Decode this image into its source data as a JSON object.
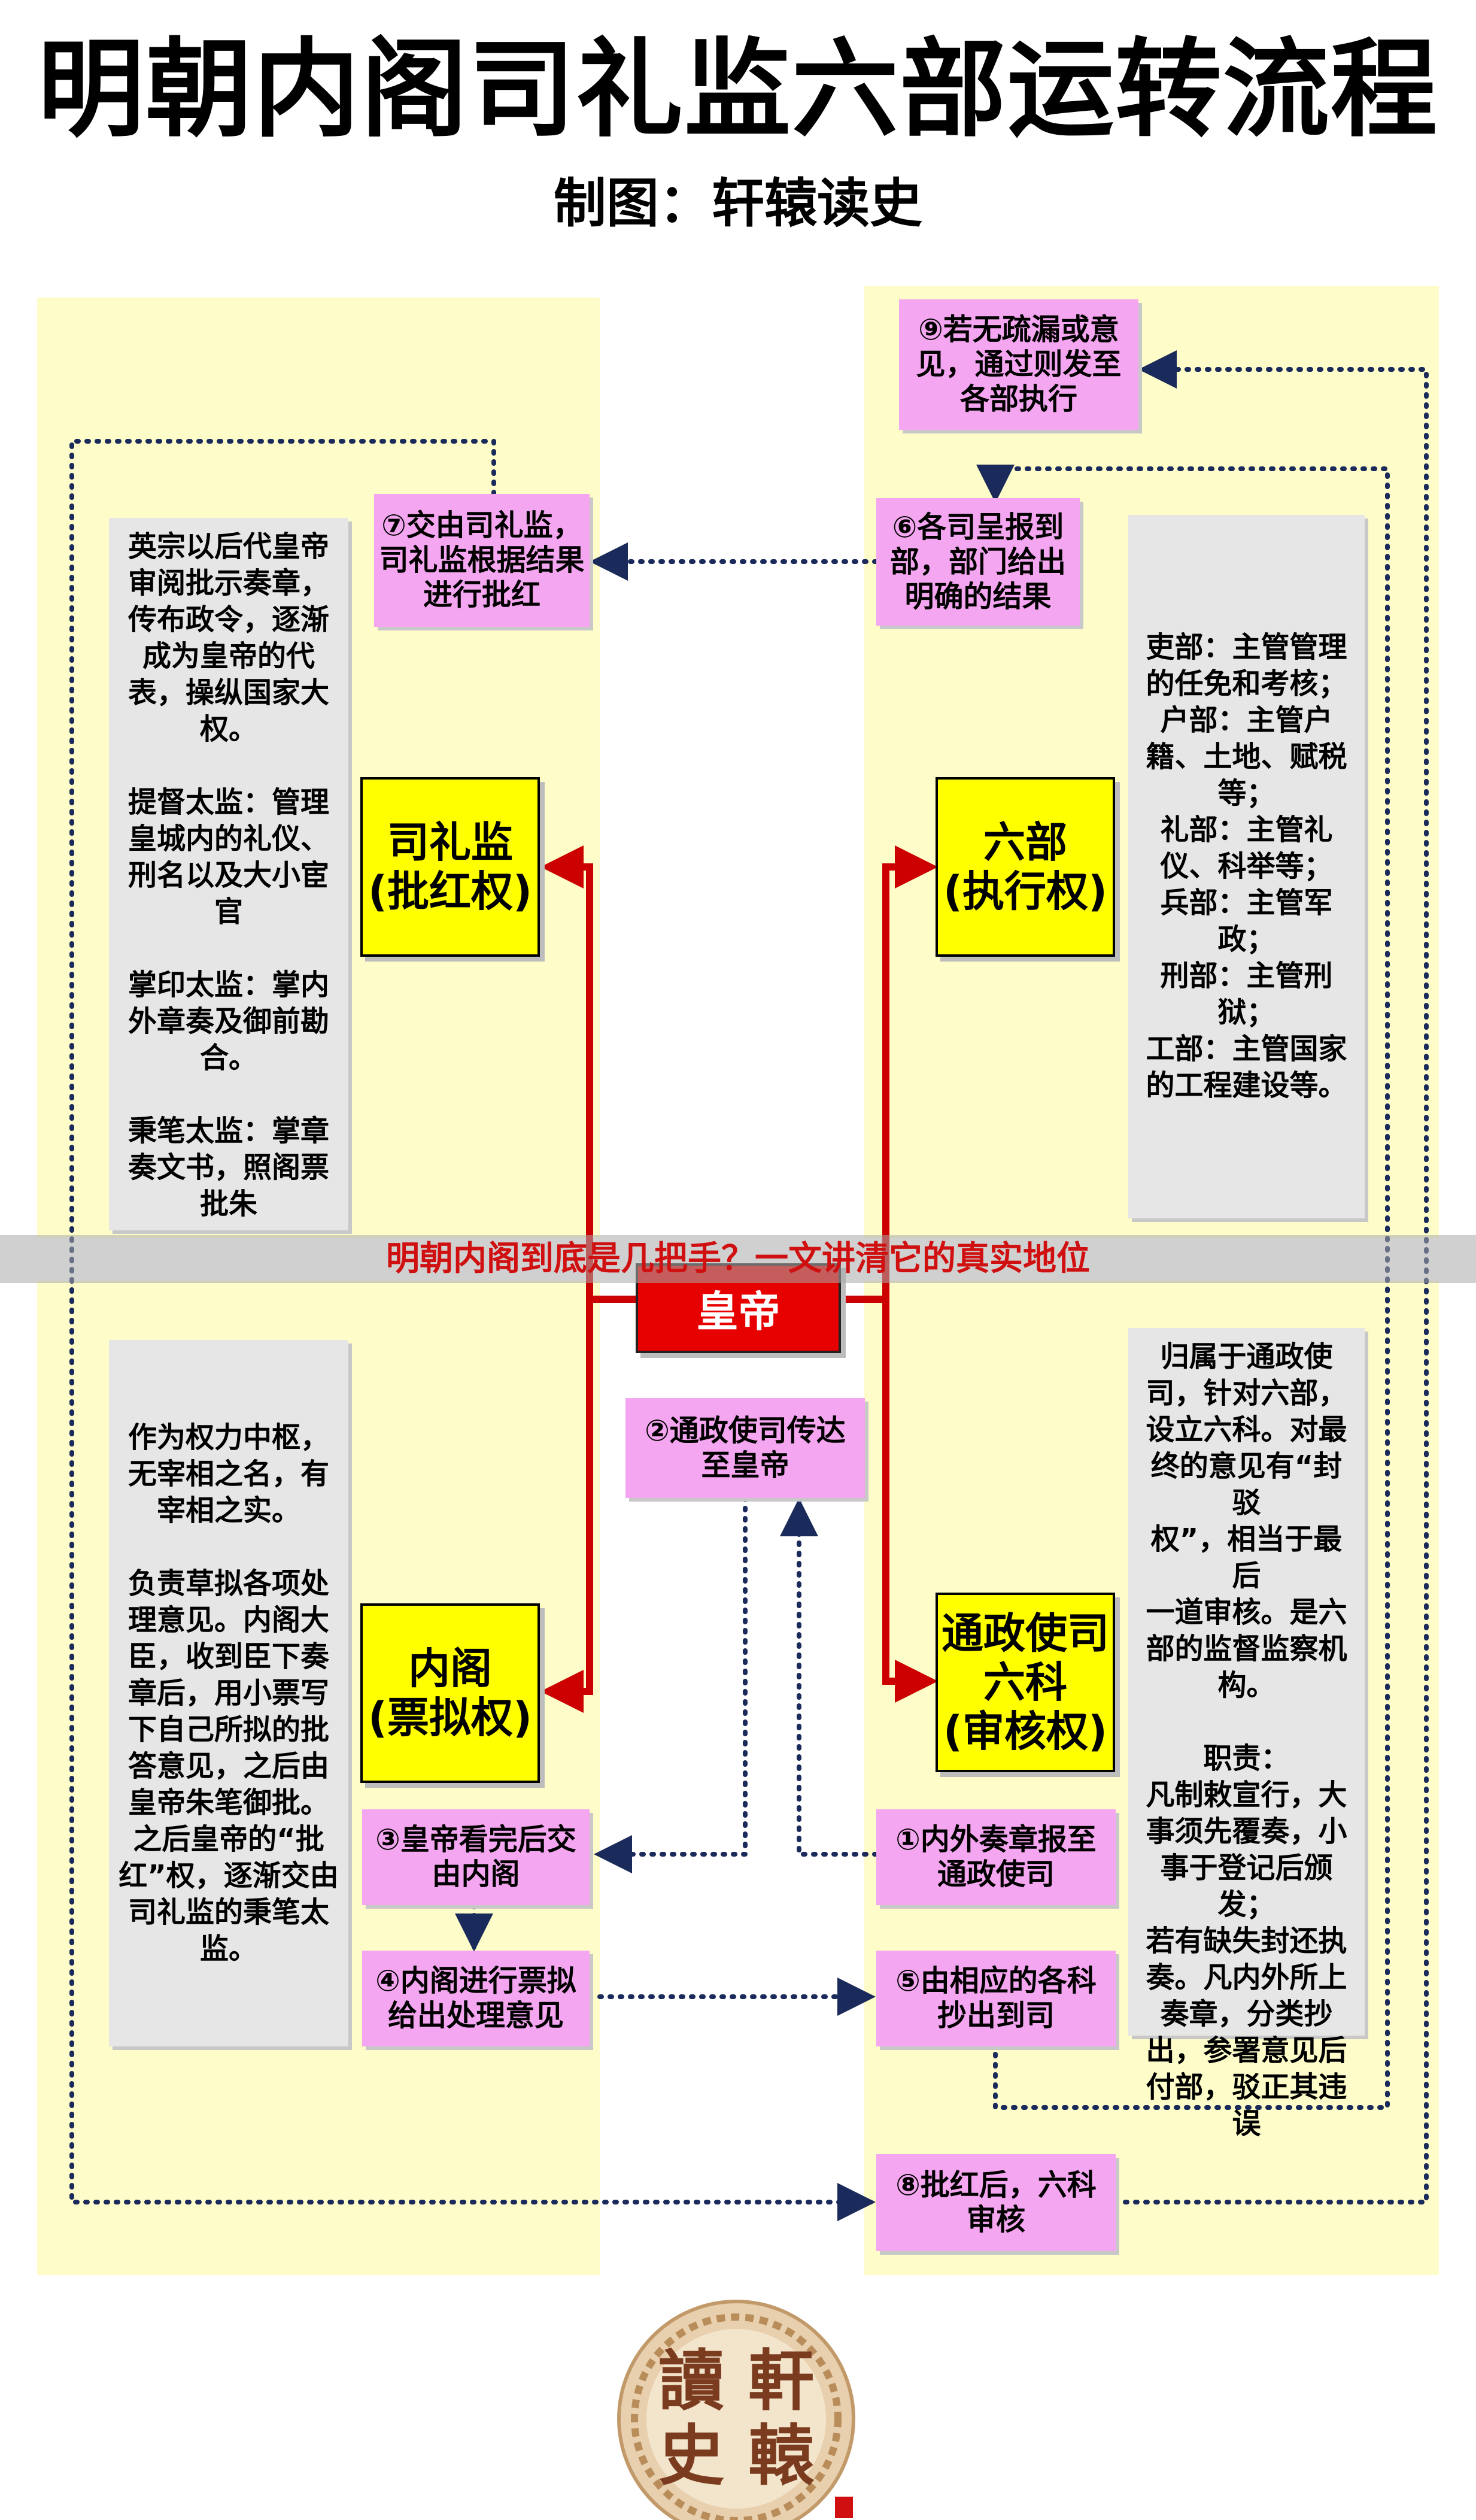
{
  "title": "明朝内阁司礼监六部运转流程",
  "subtitle": "制图：轩辕读史",
  "nodes": {
    "emperor": "皇帝",
    "silijian": "司礼监\n(批红权)",
    "liubu": "六部\n(执行权)",
    "neige": "内阁\n(票拟权)",
    "tongzheng": "通政使司\n六科\n(审核权)"
  },
  "notes": {
    "silijian": "英宗以后代皇帝\n审阅批示奏章，\n传布政令，逐渐\n成为皇帝的代\n表，操纵国家大\n权。\n\n提督太监：管理\n皇城内的礼仪、\n刑名以及大小宦\n官\n\n掌印太监：掌内\n外章奏及御前勘\n合。\n\n秉笔太监：掌章\n奏文书，照阁票\n批朱",
    "liubu": "吏部：主管管理\n的任免和考核；\n户部：主管户\n籍、土地、赋税\n等；\n礼部：主管礼\n仪、科举等；\n兵部：主管军\n政；\n刑部：主管刑\n狱；\n工部：主管国家\n的工程建设等。",
    "neige": "作为权力中枢，\n无宰相之名，有\n宰相之实。\n\n负责草拟各项处\n理意见。内阁大\n臣，收到臣下奏\n章后，用小票写\n下自己所拟的批\n答意见，之后由\n皇帝朱笔御批。\n之后皇帝的“批\n红”权，逐渐交由\n司礼监的秉笔太\n监。",
    "tongzheng": "归属于通政使\n司，针对六部，\n设立六科。对最\n终的意见有“封驳\n权”，相当于最后\n一道审核。是六\n部的监督监察机\n构。\n\n职责：\n凡制敕宣行，大\n事须先覆奏，小\n事于登记后颁发；\n若有缺失封还执\n奏。凡内外所上\n奏章，分类抄\n出，参署意见后\n付部，驳正其违\n误"
  },
  "steps": {
    "s1": "①内外奏章报至\n通政使司",
    "s2": "②通政使司传达\n至皇帝",
    "s3": "③皇帝看完后交\n由内阁",
    "s4": "④内阁进行票拟\n给出处理意见",
    "s5": "⑤由相应的各科\n抄出到司",
    "s6": "⑥各司呈报到\n部，部门给出\n明确的结果",
    "s7": "⑦交由司礼监，\n司礼监根据结果\n进行批红",
    "s8": "⑧批红后，六科\n审核",
    "s9": "⑨若无疏漏或意\n见，通过则发至\n各部执行"
  },
  "banner": "明朝内阁到底是几把手？一文讲清它的真实地位",
  "seal": {
    "chars": [
      "讀",
      "軒",
      "史",
      "轅"
    ]
  },
  "colors": {
    "panel": "#fefcc8",
    "step": "#f5a6f0",
    "node": "#ffff00",
    "emperor": "#e60000",
    "arrow": "#cc0000"
  }
}
